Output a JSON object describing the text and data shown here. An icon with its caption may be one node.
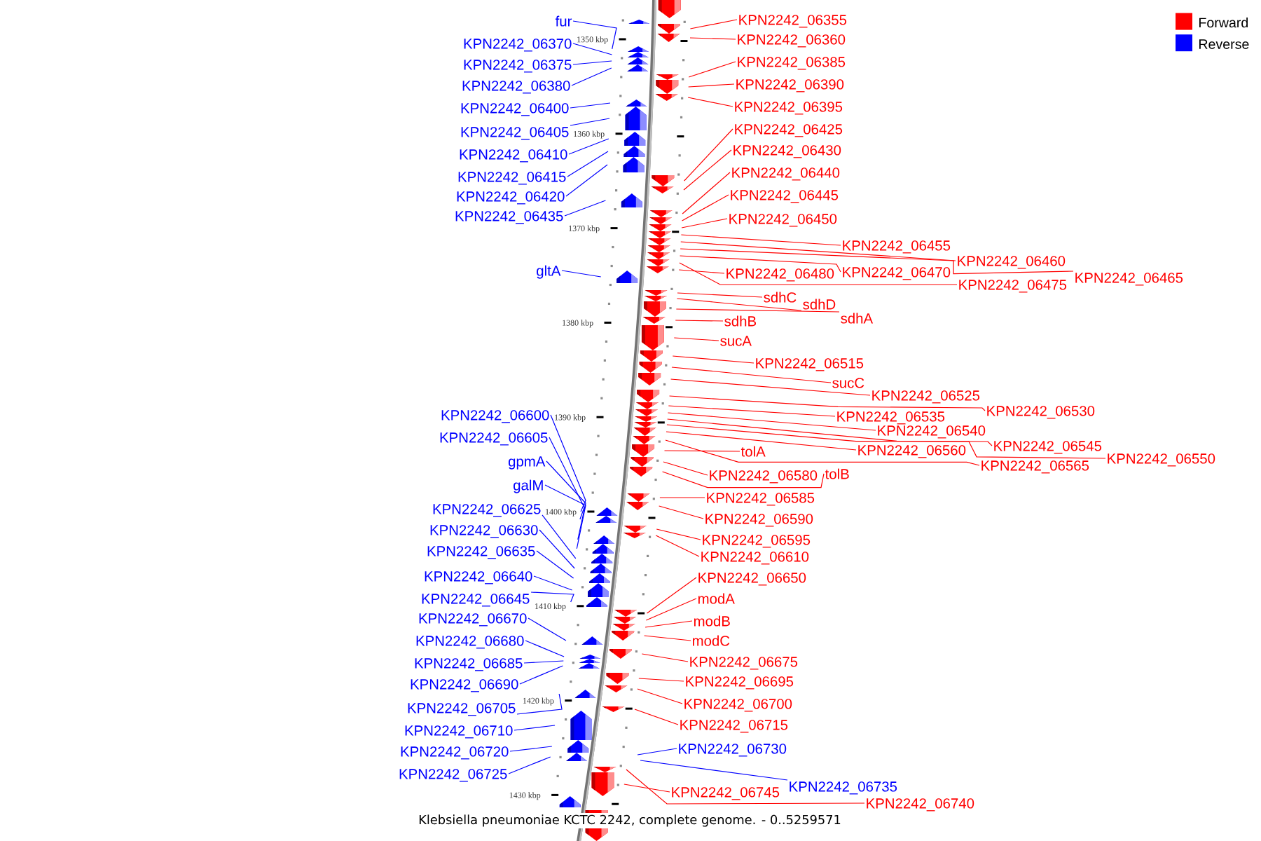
{
  "diagram": {
    "caption": "Klebsiella pneumoniae KCTC 2242, complete genome. - 0..5259571",
    "nodes": [
      {
        "text": [
          "fur"
        ]
      },
      {
        "text": [
          "KPN2242_06370"
        ]
      },
      {
        "text": [
          "KPN2242_06375"
        ]
      },
      {
        "text": [
          "KPN2242_06380"
        ]
      },
      {
        "text": [
          "KPN2242_06400"
        ]
      },
      {
        "text": [
          "KPN2242_06405"
        ]
      },
      {
        "text": [
          "KPN2242_06410"
        ]
      },
      {
        "text": [
          "KPN2242_06415"
        ]
      },
      {
        "text": [
          "KPN2242_06420"
        ]
      },
      {
        "text": [
          "KPN2242_06435"
        ]
      },
      {
        "text": [
          "gltA"
        ]
      },
      {
        "text": [
          "KPN2242_06600"
        ]
      },
      {
        "text": [
          "KPN2242_06605"
        ]
      },
      {
        "text": [
          "gpmA"
        ]
      },
      {
        "text": [
          "galM"
        ]
      },
      {
        "text": [
          "KPN2242_06625"
        ]
      },
      {
        "text": [
          "KPN2242_06630"
        ]
      },
      {
        "text": [
          "KPN2242_06635"
        ]
      },
      {
        "text": [
          "KPN2242_06640"
        ]
      },
      {
        "text": [
          "KPN2242_06645"
        ]
      },
      {
        "text": [
          "KPN2242_06670"
        ]
      },
      {
        "text": [
          "KPN2242_06680"
        ]
      },
      {
        "text": [
          "KPN2242_06685"
        ]
      },
      {
        "text": [
          "KPN2242_06690"
        ]
      },
      {
        "text": [
          "KPN2242_06705"
        ]
      },
      {
        "text": [
          "KPN2242_06710"
        ]
      },
      {
        "text": [
          "KPN2242_06720"
        ]
      },
      {
        "text": [
          "KPN2242_06725"
        ]
      },
      {
        "text": [
          "KPN2242_06355"
        ]
      },
      {
        "text": [
          "KPN2242_06360"
        ]
      },
      {
        "text": [
          "KPN2242_06385"
        ]
      },
      {
        "text": [
          "KPN2242_06390"
        ]
      },
      {
        "text": [
          "KPN2242_06395"
        ]
      },
      {
        "text": [
          "KPN2242_06425"
        ]
      },
      {
        "text": [
          "KPN2242_06430"
        ]
      },
      {
        "text": [
          "KPN2242_06440"
        ]
      },
      {
        "text": [
          "KPN2242_06445"
        ]
      },
      {
        "text": [
          "KPN2242_06450"
        ]
      },
      {
        "text": [
          "KPN2242_06455"
        ]
      },
      {
        "text": [
          "KPN2242_06460"
        ]
      },
      {
        "text": [
          "KPN2242_06480"
        ]
      },
      {
        "text": [
          "KPN2242_06470"
        ]
      },
      {
        "text": [
          "KPN2242_06465"
        ]
      },
      {
        "text": [
          "KPN2242_06475"
        ]
      },
      {
        "text": [
          "sdhC"
        ]
      },
      {
        "text": [
          "sdhD"
        ]
      },
      {
        "text": [
          "sdhA"
        ]
      },
      {
        "text": [
          "sdhB"
        ]
      },
      {
        "text": [
          "sucA"
        ]
      },
      {
        "text": [
          "KPN2242_06515"
        ]
      },
      {
        "text": [
          "sucC"
        ]
      },
      {
        "text": [
          "KPN2242_06525"
        ]
      },
      {
        "text": [
          "KPN2242_06530"
        ]
      },
      {
        "text": [
          "KPN2242_06535"
        ]
      },
      {
        "text": [
          "KPN2242_06540"
        ]
      },
      {
        "text": [
          "KPN2242_06560"
        ]
      },
      {
        "text": [
          "KPN2242_06545"
        ]
      },
      {
        "text": [
          "tolA"
        ]
      },
      {
        "text": [
          "KPN2242_06550"
        ]
      },
      {
        "text": [
          "KPN2242_06565"
        ]
      },
      {
        "text": [
          "KPN2242_06580"
        ]
      },
      {
        "text": [
          "tolB"
        ]
      },
      {
        "text": [
          "KPN2242_06585"
        ]
      },
      {
        "text": [
          "KPN2242_06590"
        ]
      },
      {
        "text": [
          "KPN2242_06595"
        ]
      },
      {
        "text": [
          "KPN2242_06610"
        ]
      },
      {
        "text": [
          "KPN2242_06650"
        ]
      },
      {
        "text": [
          "modA"
        ]
      },
      {
        "text": [
          "modB"
        ]
      },
      {
        "text": [
          "modC"
        ]
      },
      {
        "text": [
          "KPN2242_06675"
        ]
      },
      {
        "text": [
          "KPN2242_06695"
        ]
      },
      {
        "text": [
          "KPN2242_06700"
        ]
      },
      {
        "text": [
          "KPN2242_06715"
        ]
      },
      {
        "text": [
          "KPN2242_06730"
        ]
      },
      {
        "text": [
          "KPN2242_06735"
        ]
      },
      {
        "text": [
          "KPN2242_06745"
        ]
      },
      {
        "text": [
          "KPN2242_06740"
        ]
      },
      {
        "text": [],
        "shape": "pentagon"
      },
      {
        "text": [],
        "shape": "pentagon"
      },
      {
        "text": [],
        "shape": "pentagon"
      },
      {
        "text": [],
        "shape": "pentagon"
      },
      {
        "text": [],
        "shape": "pentagon"
      },
      {
        "text": [],
        "shape": "pentagon"
      },
      {
        "text": [],
        "shape": "pentagon"
      },
      {
        "text": [],
        "shape": "pentagon"
      },
      {
        "text": [],
        "shape": "pentagon"
      },
      {
        "text": [],
        "shape": "pentagon"
      },
      {
        "text": [],
        "shape": "pentagon"
      },
      {
        "text": [],
        "shape": "pentagon"
      },
      {
        "text": [],
        "shape": "pentagon"
      },
      {
        "text": [],
        "shape": "pentagon"
      },
      {
        "text": [],
        "shape": "pentagon"
      },
      {
        "text": [],
        "shape": "pentagon"
      },
      {
        "text": [],
        "shape": "pentagon"
      },
      {
        "text": [],
        "shape": "pentagon"
      },
      {
        "text": [],
        "shape": "pentagon"
      },
      {
        "text": [],
        "shape": "pentagon"
      },
      {
        "text": [],
        "shape": "pentagon"
      },
      {
        "text": [],
        "shape": "pentagon"
      },
      {
        "text": [],
        "shape": "pentagon"
      },
      {
        "text": [],
        "shape": "pentagon"
      },
      {
        "text": [],
        "shape": "pentagon"
      },
      {
        "text": [],
        "shape": "pentagon"
      },
      {
        "text": [],
        "shape": "pentagon"
      },
      {
        "text": [],
        "shape": "pentagon"
      },
      {
        "text": [],
        "shape": "pentagon"
      },
      {
        "text": [],
        "shape": "pentagon"
      },
      {
        "text": [],
        "shape": "pentagon"
      },
      {
        "text": [],
        "shape": "pentagon"
      },
      {
        "text": [],
        "shape": "pentagon"
      },
      {
        "text": [],
        "shape": "pentagon"
      },
      {
        "text": [],
        "shape": "pentagon"
      },
      {
        "text": [],
        "shape": "pentagon"
      },
      {
        "text": [],
        "shape": "pentagon"
      },
      {
        "text": [],
        "shape": "pentagon"
      },
      {
        "text": [],
        "shape": "pentagon"
      },
      {
        "text": [],
        "shape": "pentagon"
      },
      {
        "text": [],
        "shape": "pentagon"
      },
      {
        "text": [],
        "shape": "pentagon"
      },
      {
        "text": [],
        "shape": "pentagon"
      },
      {
        "text": [],
        "shape": "pentagon"
      },
      {
        "text": [],
        "shape": "pentagon"
      },
      {
        "text": [],
        "shape": "pentagon"
      },
      {
        "text": [],
        "shape": "pentagon"
      },
      {
        "text": [],
        "shape": "pentagon"
      },
      {
        "text": [],
        "shape": "pentagon"
      },
      {
        "text": [],
        "shape": "pentagon"
      },
      {
        "text": [],
        "shape": "pentagon"
      },
      {
        "text": [],
        "shape": "pentagon"
      },
      {
        "text": [],
        "shape": "pentagon"
      },
      {
        "text": [],
        "shape": "pentagon"
      },
      {
        "text": [],
        "shape": "pentagon"
      },
      {
        "text": [],
        "shape": "pentagon"
      },
      {
        "text": [],
        "shape": "pentagon"
      },
      {
        "text": [],
        "shape": "pentagon"
      },
      {
        "text": [],
        "shape": "pentagon"
      },
      {
        "text": [],
        "shape": "pentagon"
      },
      {
        "text": [],
        "shape": "pentagon"
      },
      {
        "text": [],
        "shape": "pentagon"
      },
      {
        "text": [],
        "shape": "pentagon"
      },
      {
        "text": [],
        "shape": "pentagon"
      },
      {
        "text": [],
        "shape": "pentagon"
      },
      {
        "text": [],
        "shape": "pentagon"
      },
      {
        "text": [],
        "shape": "pentagon"
      },
      {
        "text": [],
        "shape": "pentagon"
      },
      {
        "text": [],
        "shape": "pentagon"
      },
      {
        "text": [],
        "shape": "pentagon"
      },
      {
        "text": [],
        "shape": "pentagon"
      },
      {
        "text": [],
        "shape": "pentagon"
      },
      {
        "text": [],
        "shape": "pentagon"
      },
      {
        "text": [],
        "shape": "pentagon"
      },
      {
        "text": [],
        "shape": "pentagon"
      },
      {
        "text": [],
        "shape": "pentagon"
      }
    ],
    "edges": [
      {
        "from": 0,
        "to": 80,
        "arrow": "none",
        "color": "#0000ff"
      },
      {
        "from": 1,
        "to": 81,
        "arrow": "none",
        "color": "#0000ff"
      },
      {
        "from": 2,
        "to": 82,
        "arrow": "none",
        "color": "#0000ff"
      },
      {
        "from": 3,
        "to": 83,
        "arrow": "none",
        "color": "#0000ff"
      },
      {
        "from": 4,
        "to": 87,
        "arrow": "none",
        "color": "#0000ff"
      },
      {
        "from": 5,
        "to": 88,
        "arrow": "none",
        "color": "#0000ff"
      },
      {
        "from": 6,
        "to": 89,
        "arrow": "none",
        "color": "#0000ff"
      },
      {
        "from": 7,
        "to": 90,
        "arrow": "none",
        "color": "#0000ff"
      },
      {
        "from": 8,
        "to": 91,
        "arrow": "none",
        "color": "#0000ff"
      },
      {
        "from": 9,
        "to": 94,
        "arrow": "none",
        "color": "#0000ff"
      },
      {
        "from": 10,
        "to": 104,
        "arrow": "none",
        "color": "#0000ff"
      },
      {
        "from": 11,
        "to": 125,
        "arrow": "none",
        "color": "#0000ff"
      },
      {
        "from": 12,
        "to": 126,
        "arrow": "none",
        "color": "#0000ff"
      },
      {
        "from": 13,
        "to": 129,
        "arrow": "none",
        "color": "#0000ff"
      },
      {
        "from": 14,
        "to": 130,
        "arrow": "none",
        "color": "#0000ff"
      },
      {
        "from": 15,
        "to": 131,
        "arrow": "none",
        "color": "#0000ff"
      },
      {
        "from": 16,
        "to": 132,
        "arrow": "none",
        "color": "#0000ff"
      },
      {
        "from": 17,
        "to": 133,
        "arrow": "none",
        "color": "#0000ff"
      },
      {
        "from": 18,
        "to": 134,
        "arrow": "none",
        "color": "#0000ff"
      },
      {
        "from": 19,
        "to": 135,
        "arrow": "none",
        "color": "#0000ff"
      },
      {
        "from": 20,
        "to": 140,
        "arrow": "none",
        "color": "#0000ff"
      },
      {
        "from": 21,
        "to": 142,
        "arrow": "none",
        "color": "#0000ff"
      },
      {
        "from": 22,
        "to": 143,
        "arrow": "none",
        "color": "#0000ff"
      },
      {
        "from": 23,
        "to": 144,
        "arrow": "none",
        "color": "#0000ff"
      },
      {
        "from": 24,
        "to": 147,
        "arrow": "none",
        "color": "#0000ff"
      },
      {
        "from": 25,
        "to": 149,
        "arrow": "none",
        "color": "#0000ff"
      },
      {
        "from": 26,
        "to": 150,
        "arrow": "none",
        "color": "#0000ff"
      },
      {
        "from": 27,
        "to": 151,
        "arrow": "none",
        "color": "#0000ff"
      },
      {
        "from": 28,
        "to": 78,
        "arrow": "none"
      },
      {
        "from": 29,
        "to": 79,
        "arrow": "none"
      },
      {
        "from": 30,
        "to": 84,
        "arrow": "none"
      },
      {
        "from": 31,
        "to": 85,
        "arrow": "none"
      },
      {
        "from": 32,
        "to": 86,
        "arrow": "none"
      },
      {
        "from": 33,
        "to": 92,
        "arrow": "none"
      },
      {
        "from": 34,
        "to": 93,
        "arrow": "none"
      },
      {
        "from": 35,
        "to": 95,
        "arrow": "none"
      },
      {
        "from": 36,
        "to": 96,
        "arrow": "none"
      },
      {
        "from": 37,
        "to": 97,
        "arrow": "none"
      },
      {
        "from": 38,
        "to": 98,
        "arrow": "none"
      },
      {
        "from": 39,
        "to": 99,
        "arrow": "none"
      },
      {
        "from": 40,
        "to": 103,
        "arrow": "none"
      },
      {
        "from": 41,
        "to": 101,
        "arrow": "none"
      },
      {
        "from": 42,
        "to": 100,
        "arrow": "none"
      },
      {
        "from": 43,
        "to": 102,
        "arrow": "none"
      },
      {
        "from": 44,
        "to": 105,
        "arrow": "none"
      },
      {
        "from": 45,
        "to": 106,
        "arrow": "none"
      },
      {
        "from": 46,
        "to": 107,
        "arrow": "none"
      },
      {
        "from": 47,
        "to": 108,
        "arrow": "none"
      },
      {
        "from": 48,
        "to": 109,
        "arrow": "none"
      },
      {
        "from": 49,
        "to": 110,
        "arrow": "none"
      },
      {
        "from": 50,
        "to": 111,
        "arrow": "none"
      },
      {
        "from": 51,
        "to": 112,
        "arrow": "none"
      },
      {
        "from": 52,
        "to": 113,
        "arrow": "none"
      },
      {
        "from": 53,
        "to": 114,
        "arrow": "none"
      },
      {
        "from": 54,
        "to": 115,
        "arrow": "none"
      },
      {
        "from": 55,
        "to": 118,
        "arrow": "none"
      },
      {
        "from": 56,
        "to": 116,
        "arrow": "none"
      },
      {
        "from": 57,
        "to": 120,
        "arrow": "none"
      },
      {
        "from": 58,
        "to": 117,
        "arrow": "none"
      },
      {
        "from": 59,
        "to": 119,
        "arrow": "none"
      },
      {
        "from": 60,
        "to": 121,
        "arrow": "none"
      },
      {
        "from": 61,
        "to": 122,
        "arrow": "none"
      },
      {
        "from": 62,
        "to": 123,
        "arrow": "none"
      },
      {
        "from": 63,
        "to": 124,
        "arrow": "none"
      },
      {
        "from": 64,
        "to": 127,
        "arrow": "none"
      },
      {
        "from": 65,
        "to": 128,
        "arrow": "none"
      },
      {
        "from": 66,
        "to": 136,
        "arrow": "none"
      },
      {
        "from": 67,
        "to": 137,
        "arrow": "none"
      },
      {
        "from": 68,
        "to": 138,
        "arrow": "none"
      },
      {
        "from": 69,
        "to": 139,
        "arrow": "none"
      },
      {
        "from": 70,
        "to": 141,
        "arrow": "none"
      },
      {
        "from": 71,
        "to": 145,
        "arrow": "none"
      },
      {
        "from": 72,
        "to": 146,
        "arrow": "none"
      },
      {
        "from": 73,
        "to": 148,
        "arrow": "none"
      },
      {
        "from": 74,
        "to": null,
        "arrow": "none",
        "color": "#0000ff"
      },
      {
        "from": 75,
        "to": null,
        "arrow": "none",
        "color": "#0000ff"
      },
      {
        "from": 76,
        "to": 153,
        "arrow": "none"
      },
      {
        "from": 77,
        "to": 152,
        "arrow": "none"
      }
    ],
    "labels": [
      "1350 kbp",
      "1360 kbp",
      "1370 kbp",
      "1380 kbp",
      "1390 kbp",
      "1400 kbp",
      "1410 kbp",
      "1420 kbp",
      "1430 kbp"
    ],
    "legend": [
      {
        "text": "Forward",
        "color": "#ff0000"
      },
      {
        "text": "Reverse",
        "color": "#0000ff"
      }
    ]
  }
}
